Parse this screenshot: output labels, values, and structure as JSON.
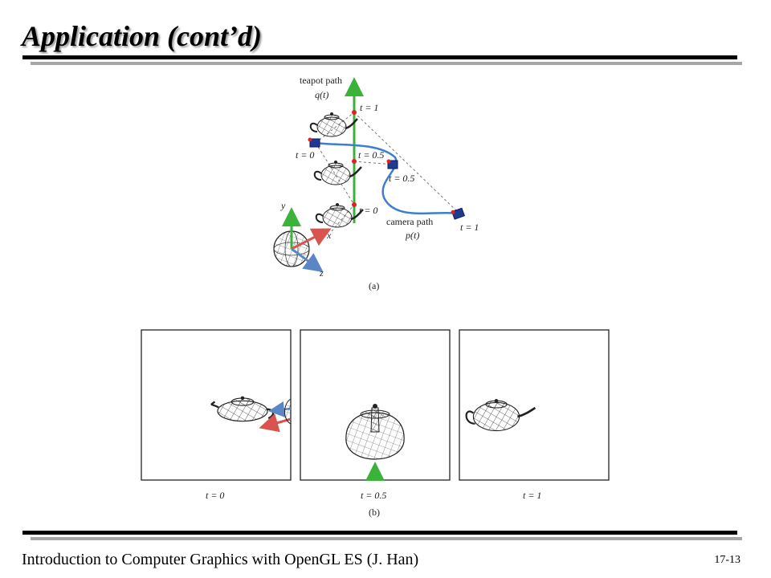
{
  "slide": {
    "title": "Application (cont’d)",
    "footer_left": "Introduction to Computer Graphics with OpenGL ES (J. Han)",
    "page_number": "17-13"
  },
  "figure_a": {
    "teapot_path_label": "teapot path",
    "teapot_path_symbol": "q(t)",
    "camera_path_label": "camera path",
    "camera_path_symbol": "p(t)",
    "axis_y": "y",
    "axis_x": "x",
    "axis_z": "z",
    "teapot_t1": "t = 1",
    "teapot_t05": "t = 0.5",
    "teapot_t0": "t = 0",
    "camera_t0": "t = 0",
    "camera_t05": "t = 0.5",
    "camera_t1": "t = 1",
    "caption": "(a)"
  },
  "figure_b": {
    "panel_labels": [
      "t = 0",
      "t = 0.5",
      "t = 1"
    ],
    "caption": "(b)"
  },
  "colors": {
    "green_axis": "#3bb33b",
    "red_axis": "#d9534f",
    "blue_axis": "#5a86c6",
    "camera_path": "#3b7fd0",
    "rule_gray": "#a6a6a6"
  }
}
